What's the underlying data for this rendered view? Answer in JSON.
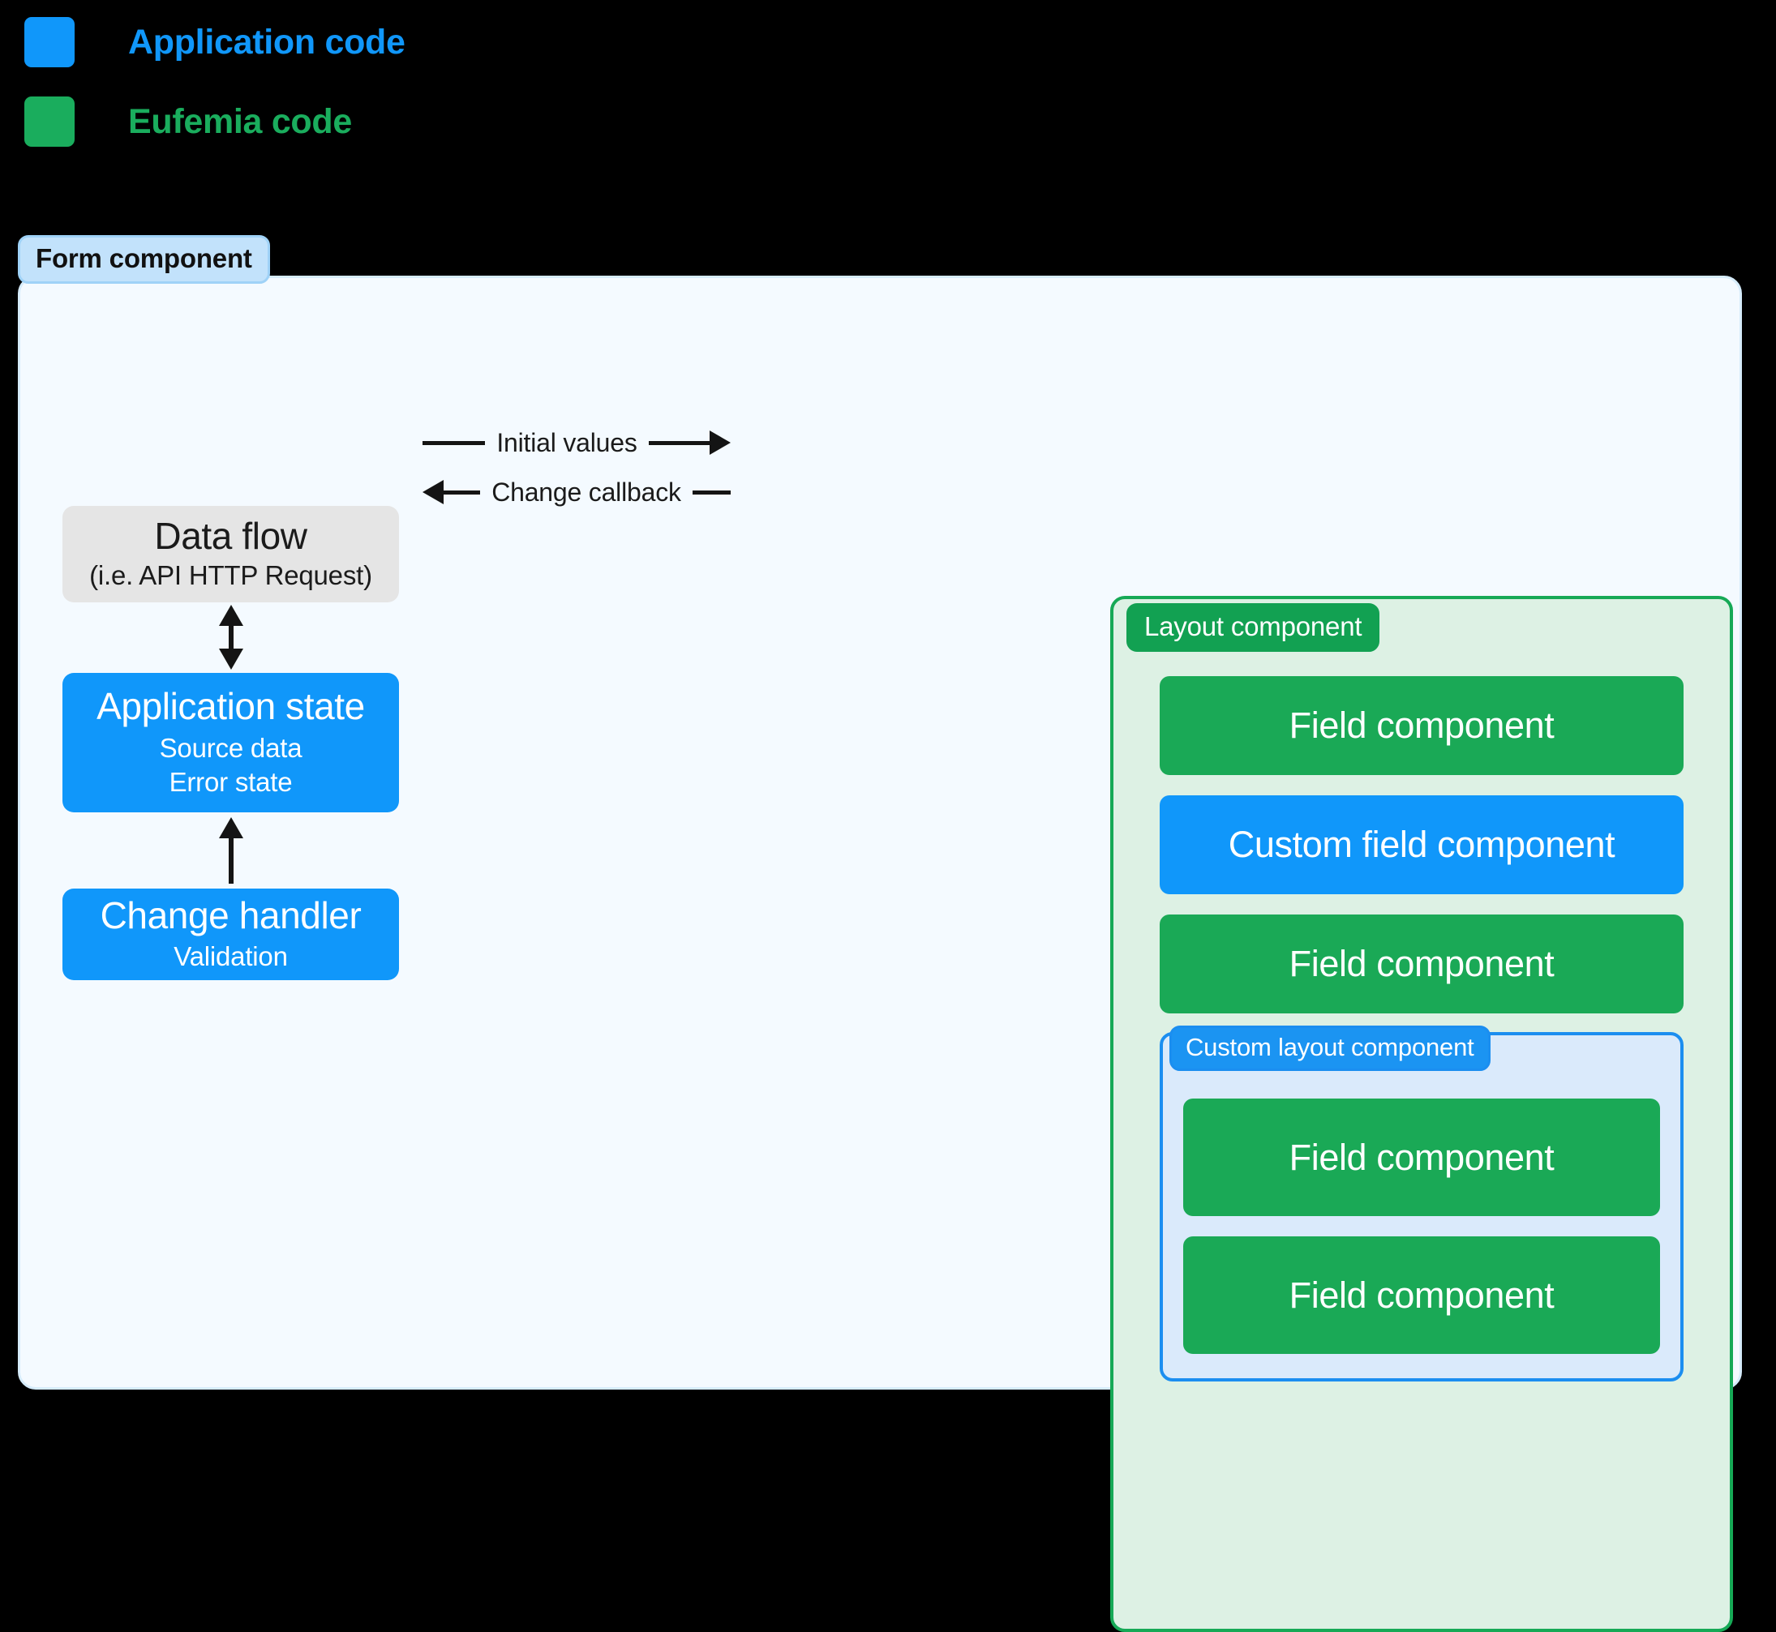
{
  "legend": {
    "items": [
      {
        "label": "Application code",
        "color": "#1097fa",
        "swatch": "blue-swatch"
      },
      {
        "label": "Eufemia code",
        "color": "#1aad5d",
        "swatch": "green-swatch"
      }
    ]
  },
  "form": {
    "badge": "Form component",
    "badge_bg": "#c2e2fb",
    "container_bg": "#f4faff"
  },
  "left_column": {
    "data_flow": {
      "title": "Data flow",
      "subtitle": "(i.e. API HTTP Request)",
      "color": "#e5e5e5"
    },
    "application_state": {
      "title": "Application state",
      "sub1": "Source data",
      "sub2": "Error state",
      "color": "#1097fa"
    },
    "change_handler": {
      "title": "Change handler",
      "subtitle": "Validation",
      "color": "#1097fa"
    }
  },
  "connectors": {
    "data_flow_to_state": "double-headed-vertical-arrow",
    "handler_to_state": "up-arrow",
    "initial_values": "Initial values",
    "change_callback": "Change callback"
  },
  "right_panel": {
    "layout_badge": "Layout component",
    "layout_badge_color": "#12a152",
    "layout_container_bg": "#ddf1e4",
    "children": [
      {
        "label": "Field component",
        "kind": "green"
      },
      {
        "label": "Custom field component",
        "kind": "blue"
      },
      {
        "label": "Field component",
        "kind": "green"
      }
    ],
    "custom_layout": {
      "badge": "Custom layout component",
      "badge_color": "#1b94f2",
      "container_bg": "#daeafb",
      "children": [
        {
          "label": "Field component",
          "kind": "green"
        },
        {
          "label": "Field component",
          "kind": "green"
        }
      ]
    }
  }
}
